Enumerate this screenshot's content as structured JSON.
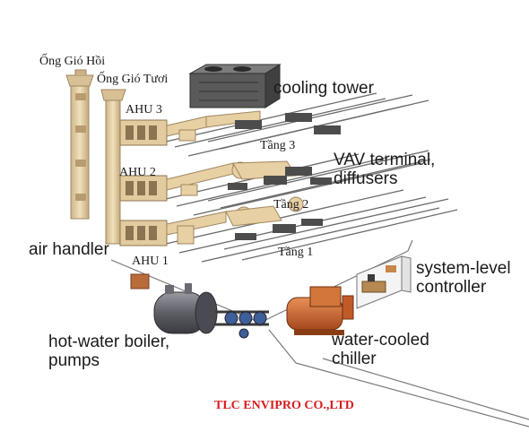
{
  "labels": {
    "return_air_duct": "Ống Gió Hồi",
    "fresh_air_duct": "Ống Gió Tươi",
    "cooling_tower": "cooling tower",
    "ahu3": "AHU 3",
    "ahu2": "AHU 2",
    "ahu1": "AHU 1",
    "floor3": "Tầng 3",
    "floor2": "Tầng 2",
    "floor1": "Tầng 1",
    "vav": "VAV terminal,\ndiffusers",
    "air_handler": "air handler",
    "controller": "system-level\ncontroller",
    "boiler": "hot-water boiler,\npumps",
    "chiller": "water-cooled\nchiller"
  },
  "company": "TLC ENVIPRO CO.,LTD",
  "colors": {
    "duct": "#e6d0a4",
    "duct_edge": "#a08660",
    "floor_line": "#6b6b6b",
    "chiller": "#c8642c",
    "boiler": "#5e5e66",
    "brand": "#d81c1c"
  }
}
